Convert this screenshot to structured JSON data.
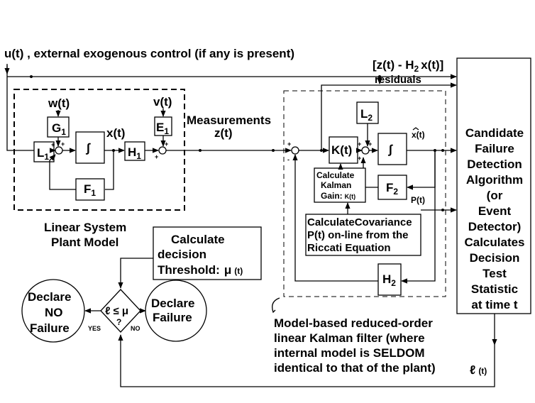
{
  "input_label": "u(t) , external exogenous control (if any is present)",
  "residuals_label": "[z(t) - H",
  "residuals_label_sub": "2",
  "residuals_label_end": "x(t)]",
  "residuals_word": "residuals",
  "plant": {
    "w_label": "w(t)",
    "v_label": "v(t)",
    "x_label": "x(t)",
    "G": "G",
    "G_sub": "1",
    "L": "L",
    "L_sub": "1",
    "H": "H",
    "H_sub": "1",
    "E": "E",
    "E_sub": "1",
    "F": "F",
    "F_sub": "1",
    "integrator": "∫",
    "caption_line1": "Linear System",
    "caption_line2": "Plant Model"
  },
  "measurements_line1": "Measurements",
  "measurements_line2": "z(t)",
  "filter": {
    "K": "K(t)",
    "L2": "L",
    "L2_sub": "2",
    "F2": "F",
    "F2_sub": "2",
    "H2": "H",
    "H2_sub": "2",
    "integrator": "∫",
    "xhat": "x(t)",
    "Pt": "P(t)",
    "gain_line1": "Calculate",
    "gain_line2": "Kalman",
    "gain_line3": "Gain:",
    "gain_line3b": "K(t)",
    "cov_line1": "CalculateCovariance",
    "cov_line2": "P(t) on-line from the",
    "cov_line3": "Riccati Equation",
    "caption_line1": "Model-based reduced-order",
    "caption_line2": "linear Kalman filter (where",
    "caption_line3": "internal model is SELDOM",
    "caption_line4": "identical to that of the plant)"
  },
  "detector_lines": [
    "Candidate",
    "Failure",
    "Detection",
    "Algorithm",
    "(or",
    "Event",
    "Detector)",
    "Calculates",
    "Decision",
    "Test",
    "Statistic",
    "at time t"
  ],
  "threshold_line1": "Calculate",
  "threshold_line2": "decision",
  "threshold_line3": "Threshold:",
  "threshold_mu": "μ",
  "threshold_t": "(t)",
  "decision_expr": "ℓ ≤ μ",
  "decision_q": "?",
  "yes_label": "YES",
  "no_label": "NO",
  "declare_no_line1": "Declare",
  "declare_no_line2": "NO",
  "declare_no_line3": "Failure",
  "declare_fail_line1": "Declare",
  "declare_fail_line2": "Failure",
  "stat_label": "ℓ",
  "stat_t": "(t)"
}
